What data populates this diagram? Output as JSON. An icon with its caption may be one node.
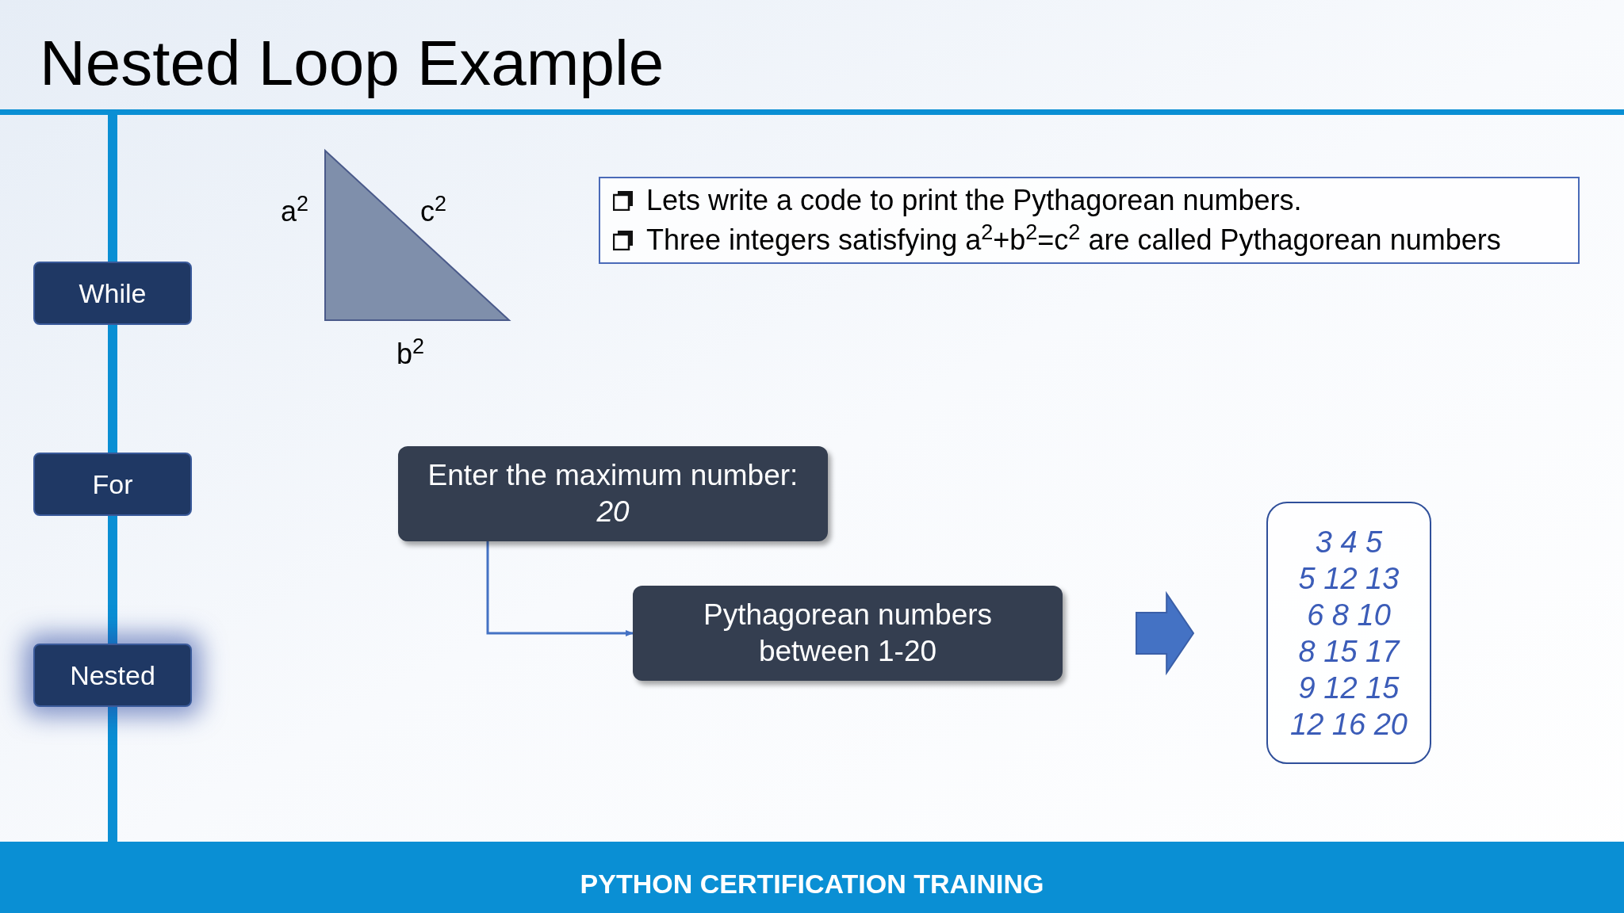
{
  "diagram": {
    "title": "Nested Loop Example",
    "nodes": [
      {
        "text": [
          "While"
        ]
      },
      {
        "text": [
          "For"
        ]
      },
      {
        "text": [
          "Nested"
        ]
      },
      {
        "text": [
          "Lets write a code to print the Pythagorean numbers.",
          "Three integers satisfying a$^{2}$+b$^{2}$=c$^{2}$ are called Pythagorean numbers"
        ]
      },
      {
        "text": [
          "Enter the maximum number:",
          "20"
        ]
      },
      {
        "text": [
          "Pythagorean numbers between 1-20"
        ]
      },
      {
        "text": [
          "3 4 5",
          "5 12 13",
          "6 8 10",
          "8 15 17",
          "9 12 15",
          "12 16 20"
        ]
      }
    ],
    "edges": [
      {
        "from": 4,
        "to": 5,
        "arrow": "to"
      },
      {
        "from": 5,
        "to": 6,
        "arrow": "to",
        "style": "thick"
      }
    ],
    "labels": [
      "a$^{2}$",
      "c$^{2}$",
      "b$^{2}$",
      "PYTHON CERTIFICATION TRAINING"
    ]
  }
}
